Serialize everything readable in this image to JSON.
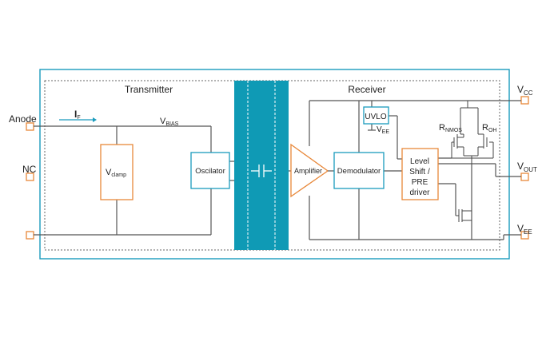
{
  "sections": {
    "transmitter": "Transmitter",
    "receiver": "Receiver"
  },
  "pins_left": {
    "anode": "Anode",
    "nc": "NC"
  },
  "pins_right": {
    "vcc_main": "V",
    "vcc_sub": "CC",
    "vout_main": "V",
    "vout_sub": "OUT",
    "vee_main": "V",
    "vee_sub": "EE"
  },
  "labels": {
    "if_main": "I",
    "if_sub": "F",
    "vbias_main": "V",
    "vbias_sub": "BIAS",
    "vclamp_main": "V",
    "vclamp_sub": "clamp",
    "oscillator": "Oscilator",
    "amplifier": "Amplifier",
    "demodulator": "Demodulator",
    "uvlo": "UVLO",
    "vee_local_main": "V",
    "vee_local_sub": "EE",
    "level_line1": "Level",
    "level_line2": "Shift /",
    "level_line3": "PRE",
    "level_line4": "driver",
    "rnmos_main": "R",
    "rnmos_sub": "NMOS",
    "roh_main": "R",
    "roh_sub": "OH"
  },
  "colors": {
    "outline_blue": "#1a9bbd",
    "isolation_barrier": "#0f9ab5",
    "pin_orange": "#e8883a",
    "wire_gray": "#555555"
  }
}
